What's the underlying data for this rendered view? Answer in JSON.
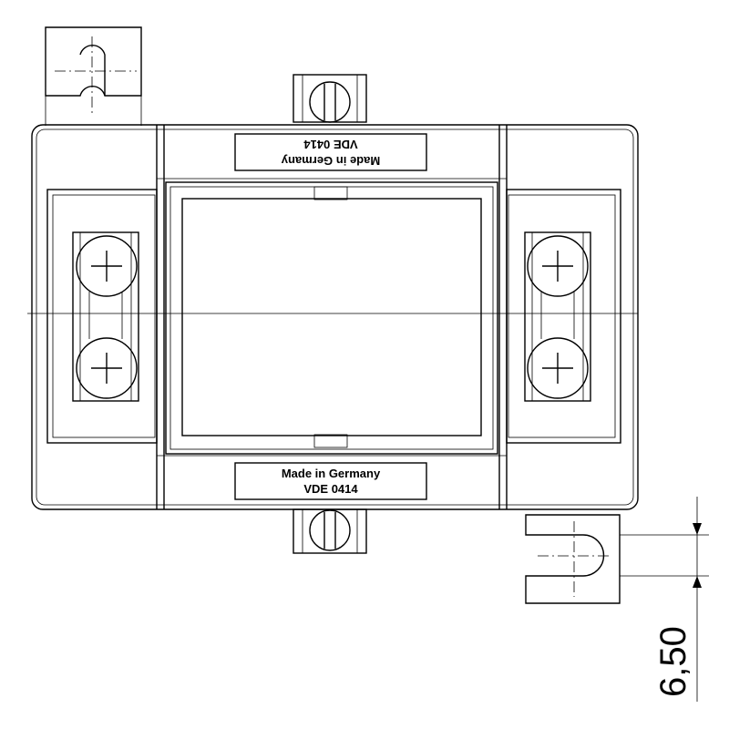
{
  "labels": {
    "top": {
      "line1": "Made in Germany",
      "line2": "VDE 0414"
    },
    "bottom": {
      "line1": "Made in Germany",
      "line2": "VDE 0414"
    }
  },
  "dimension": {
    "value": "6,50"
  }
}
